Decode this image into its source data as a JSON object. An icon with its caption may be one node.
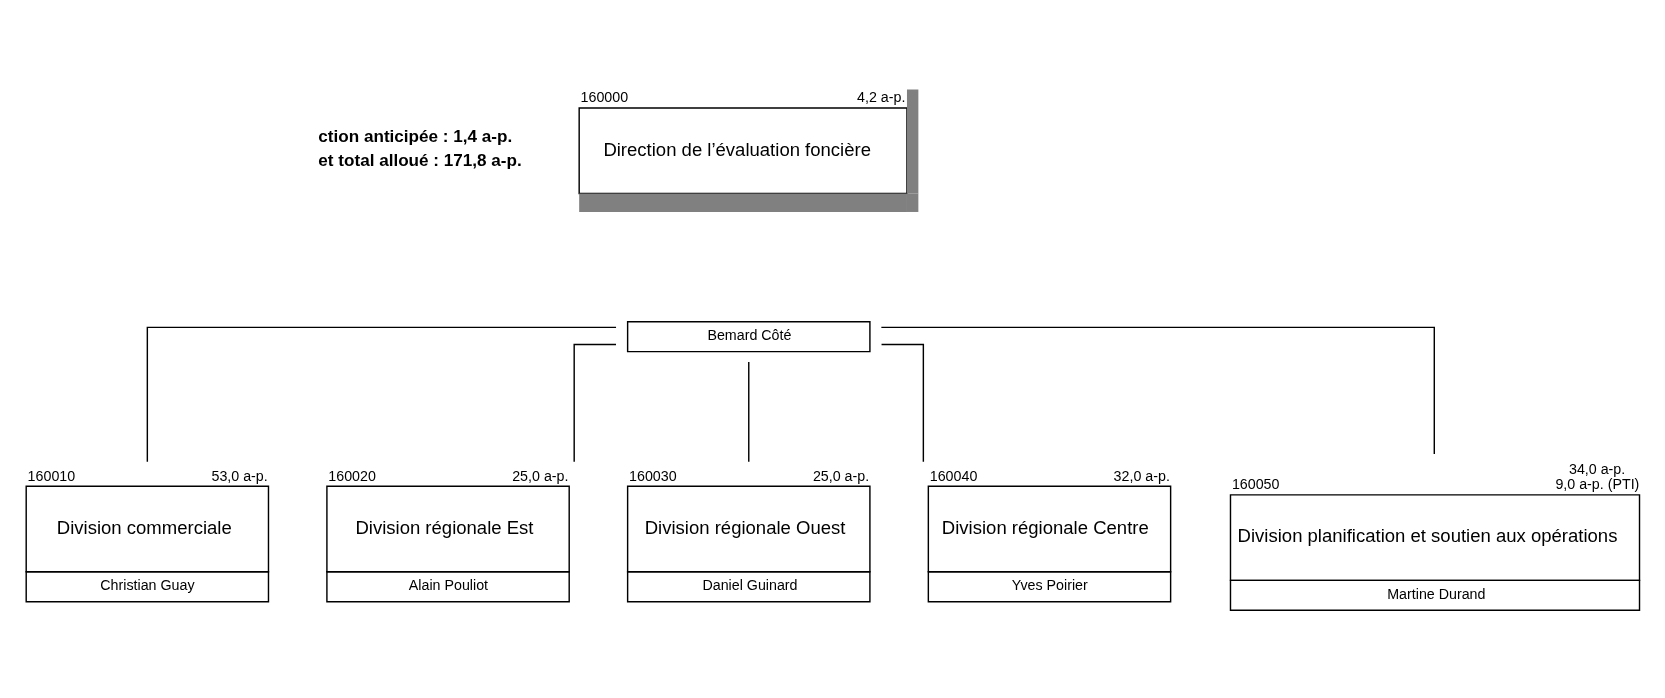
{
  "diagram": {
    "nodes": [
      {
        "text": [
          "Direction de l’évaluation foncière"
        ],
        "beside": [
          "160000",
          "4,2 a-p."
        ]
      },
      {
        "text": [
          "Bemard Côté"
        ]
      },
      {
        "text": [
          "Division commerciale",
          "Christian Guay"
        ],
        "beside": [
          "160010",
          "53,0 a-p."
        ]
      },
      {
        "text": [
          "Division régionale Est",
          "Alain Pouliot"
        ],
        "beside": [
          "160020",
          "25,0 a-p."
        ]
      },
      {
        "text": [
          "Division régionale Ouest",
          "Daniel Guinard"
        ],
        "beside": [
          "160030",
          "25,0 a-p."
        ]
      },
      {
        "text": [
          "Division régionale Centre",
          "Yves Poirier"
        ],
        "beside": [
          "160040",
          "32,0 a-p."
        ]
      },
      {
        "text": [
          "Division planification et soutien aux opérations",
          "Martine Durand"
        ],
        "beside": [
          "160050",
          "34,0 a-p.",
          "9,0 a-p. (PTI)"
        ]
      }
    ],
    "edges": [
      {
        "from": 1,
        "to": 2,
        "arrow": "none"
      },
      {
        "from": 1,
        "to": 3,
        "arrow": "none"
      },
      {
        "from": 1,
        "to": 4,
        "arrow": "none"
      },
      {
        "from": 1,
        "to": 5,
        "arrow": "none"
      },
      {
        "from": 1,
        "to": 6,
        "arrow": "none"
      }
    ],
    "labels": [
      "ction anticipée : 1,4 a-p.",
      "et total alloué : 171,8 a-p."
    ]
  }
}
